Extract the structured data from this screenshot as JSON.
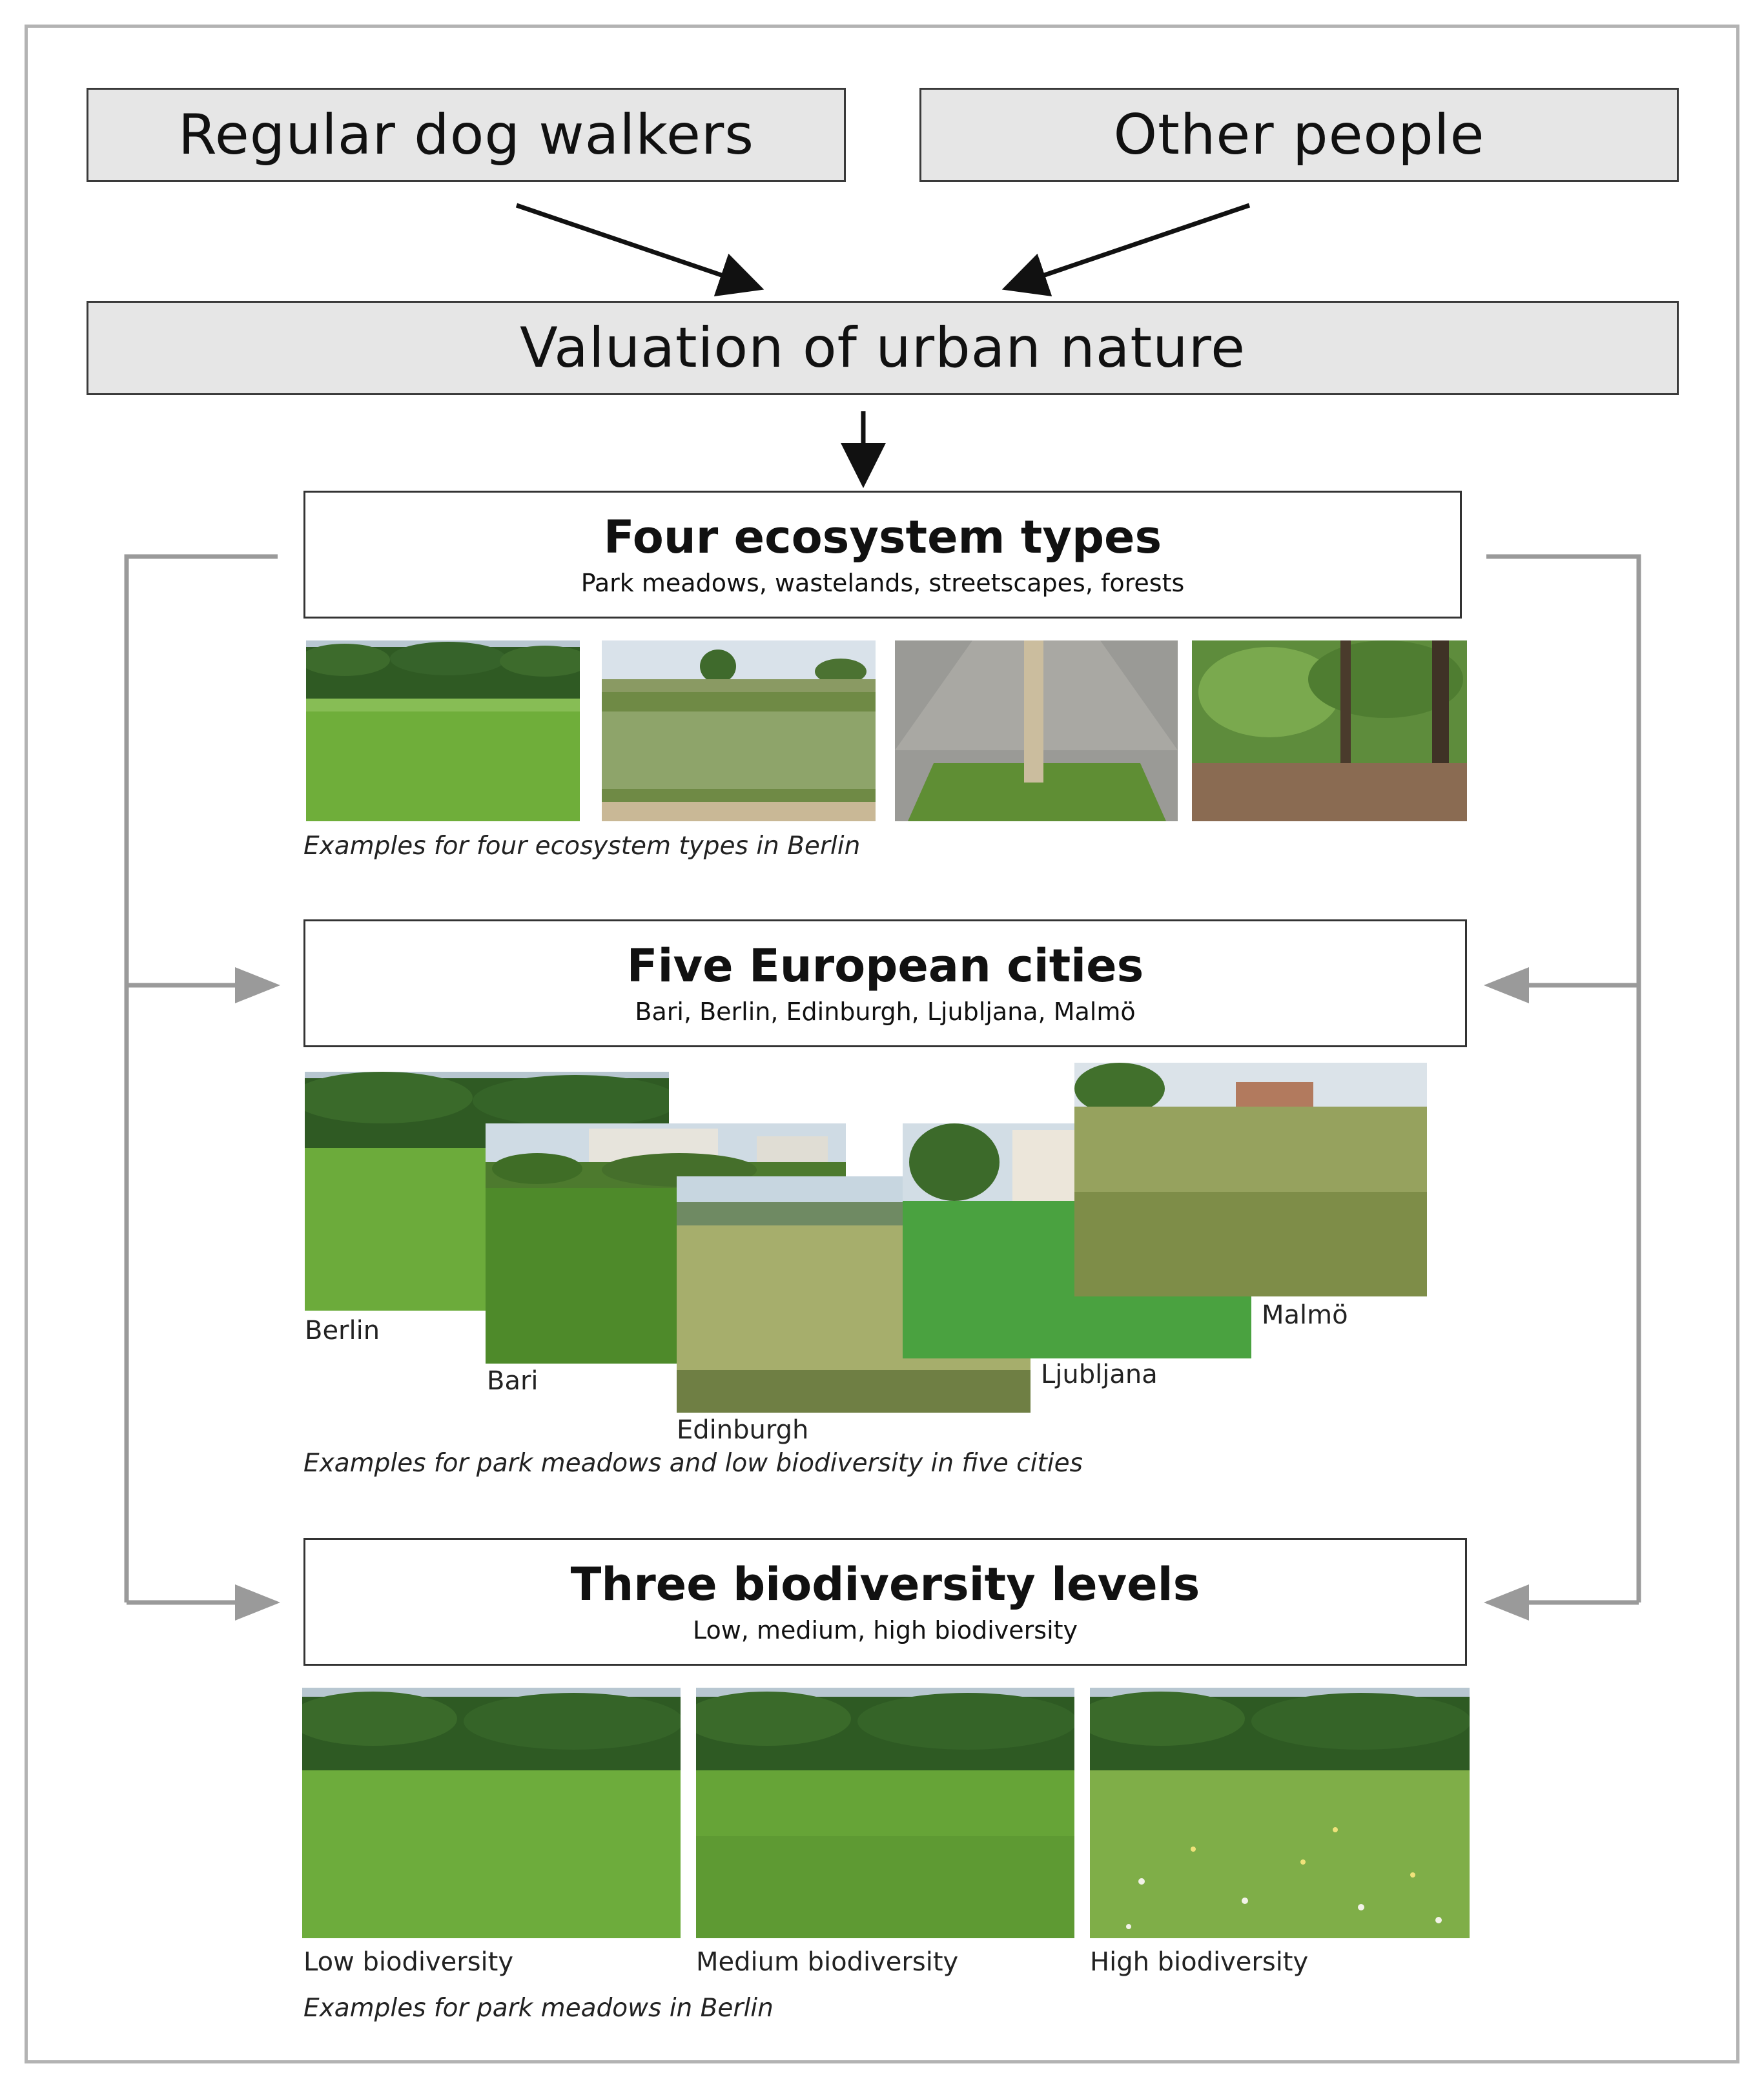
{
  "top_boxes": {
    "dog_walkers": "Regular dog walkers",
    "other_people": "Other people"
  },
  "valuation": "Valuation of urban nature",
  "ecosystem": {
    "title": "Four ecosystem types",
    "subtitle": "Park meadows, wastelands, streetscapes, forests",
    "caption": "Examples for four ecosystem types in Berlin"
  },
  "cities": {
    "title": "Five European cities",
    "subtitle": "Bari, Berlin, Edinburgh, Ljubljana, Malmö",
    "labels": [
      "Berlin",
      "Bari",
      "Edinburgh",
      "Ljubljana",
      "Malmö"
    ],
    "caption": "Examples for park meadows and low biodiversity in five cities"
  },
  "biodiversity": {
    "title": "Three biodiversity levels",
    "subtitle": "Low, medium, high biodiversity",
    "labels": [
      "Low biodiversity",
      "Medium biodiversity",
      "High biodiversity"
    ],
    "caption": "Examples for park meadows in Berlin"
  },
  "colors": {
    "arrow_black": "#111111",
    "arrow_gray": "#9a9a9a",
    "box_gray": "#e6e6e6",
    "frame": "#b3b3b3"
  }
}
